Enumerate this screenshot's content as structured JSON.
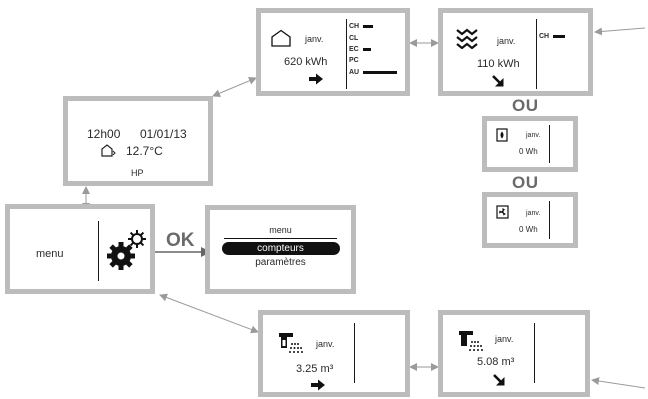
{
  "home": {
    "time": "12h00",
    "date": "01/01/13",
    "temperature": "12.7°C",
    "tariff": "HP"
  },
  "menu_screen": {
    "label": "menu"
  },
  "ok_label": "OK",
  "submenu": {
    "title": "menu",
    "selected": "compteurs",
    "next": "paramètres"
  },
  "total_energy": {
    "month": "janv.",
    "value": "620 kWh",
    "legend": [
      "CH",
      "CL",
      "EC",
      "PC",
      "AU"
    ]
  },
  "heating_energy": {
    "month": "janv.",
    "value": "110 kWh",
    "legend": "CH"
  },
  "ou_label": "OU",
  "alt_screen_1": {
    "month": "janv.",
    "value": "0 Wh"
  },
  "alt_screen_2": {
    "month": "janv.",
    "value": "0 Wh"
  },
  "water_1": {
    "month": "janv.",
    "value": "3.25 m³"
  },
  "water_2": {
    "month": "janv.",
    "value": "5.08 m³"
  }
}
